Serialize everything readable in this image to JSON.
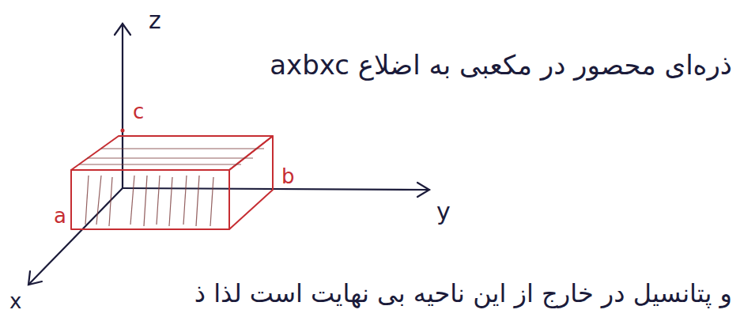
{
  "diagram": {
    "labels": [
      "ذره‌ای محصور در مکعبی به اضلاع axbxc",
      "z",
      "c",
      "b",
      "y",
      "a",
      "x",
      "و پتانسیل در خارج از این ناحیه بی نهایت است لذا ذ"
    ]
  }
}
